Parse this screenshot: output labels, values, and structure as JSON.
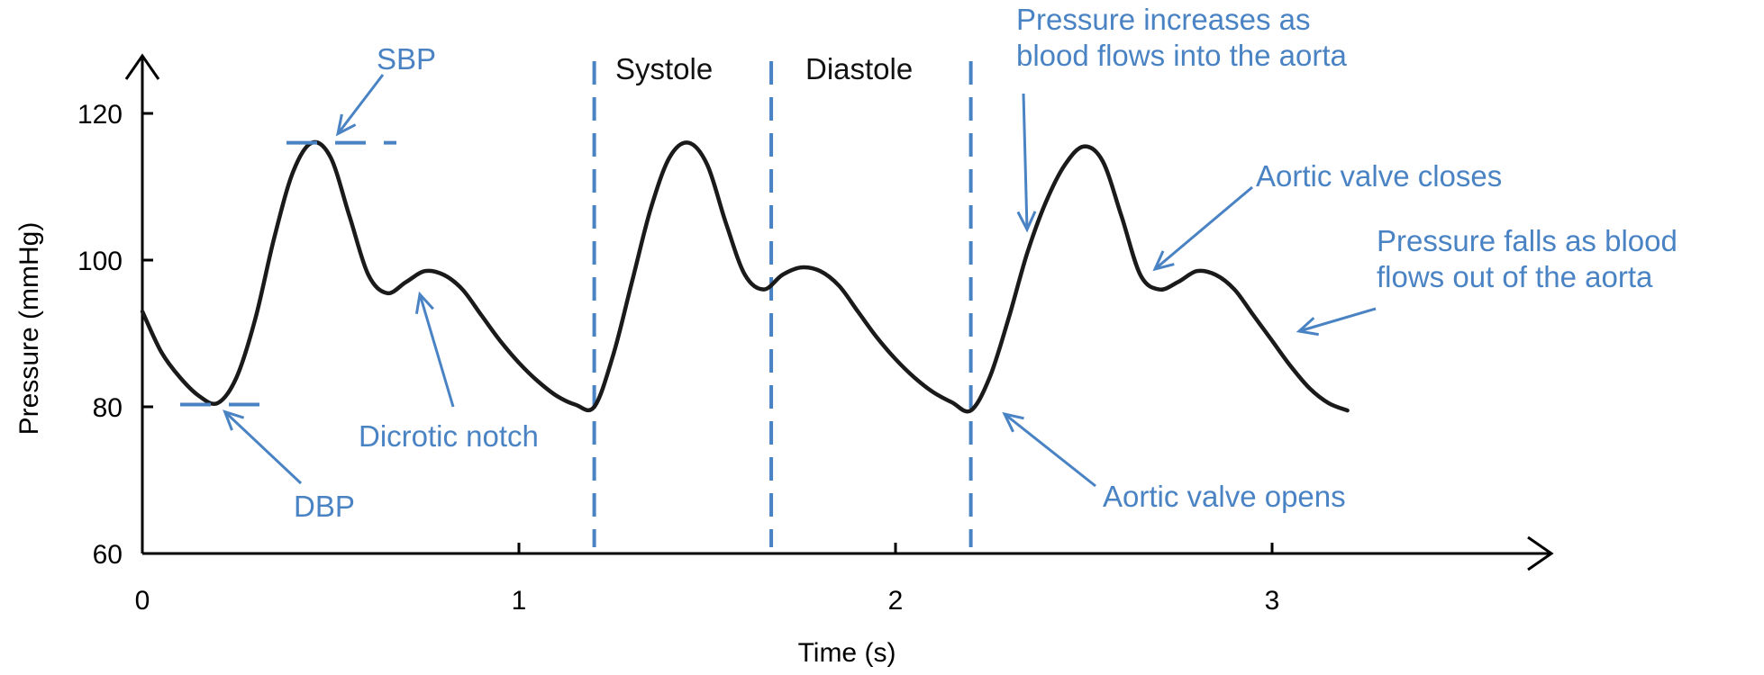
{
  "chart_data": {
    "type": "line",
    "xlabel": "Time (s)",
    "ylabel": "Pressure (mmHg)",
    "xlim": [
      0,
      3.7
    ],
    "ylim": [
      60,
      127
    ],
    "xticks": [
      0,
      1,
      2,
      3
    ],
    "xtick_labels": [
      "0",
      "1",
      "2",
      "3"
    ],
    "yticks": [
      60,
      80,
      100,
      120
    ],
    "ytick_labels": [
      "60",
      "80",
      "100",
      "120"
    ],
    "grid": false,
    "series": [
      {
        "x": [
          0,
          0.05,
          0.1,
          0.15,
          0.2,
          0.25,
          0.3,
          0.35,
          0.4,
          0.45,
          0.5,
          0.55,
          0.6,
          0.65,
          0.7,
          0.75,
          0.8,
          0.85,
          0.9,
          0.95,
          1.0,
          1.05,
          1.1,
          1.15,
          1.2,
          1.25,
          1.3,
          1.35,
          1.4,
          1.45,
          1.5,
          1.55,
          1.6,
          1.65,
          1.7,
          1.75,
          1.8,
          1.85,
          1.9,
          1.95,
          2.0,
          2.05,
          2.1,
          2.15,
          2.2,
          2.25,
          2.3,
          2.35,
          2.4,
          2.45,
          2.5,
          2.55,
          2.6,
          2.65,
          2.7,
          2.75,
          2.8,
          2.85,
          2.9,
          2.95,
          3.0,
          3.05,
          3.1,
          3.15,
          3.2
        ],
        "y": [
          93,
          87.5,
          84,
          81.5,
          80.5,
          84,
          92,
          103,
          112,
          116,
          114,
          106,
          98,
          95.5,
          97,
          98.5,
          98,
          96,
          92.5,
          89,
          86,
          83.5,
          81.5,
          80.3,
          80,
          87,
          97,
          107,
          114,
          116,
          113,
          105,
          98,
          96,
          98,
          99,
          98.5,
          96.5,
          93,
          89.5,
          86.5,
          84,
          82,
          80.6,
          79.5,
          84,
          92,
          101,
          108,
          113,
          115.5,
          113.5,
          106,
          98,
          96,
          97,
          98.5,
          98,
          96,
          92.5,
          89,
          85.5,
          82.5,
          80.5,
          79.5
        ]
      }
    ],
    "phase_labels": [
      "Systole",
      "Diastole"
    ],
    "dividers_x": [
      1.2,
      1.67,
      2.2
    ],
    "markers": {
      "sbp": {
        "label": "SBP",
        "x": 0.5,
        "y": 116
      },
      "dbp": {
        "label": "DBP",
        "x": 0.2,
        "y": 80.3
      }
    },
    "annotations": [
      {
        "id": "dicrotic",
        "lines": [
          "Dicrotic notch"
        ],
        "target": [
          0.73,
          96.5
        ]
      },
      {
        "id": "increases",
        "lines": [
          "Pressure increases as",
          "blood flows into the aorta"
        ],
        "target": [
          2.35,
          103
        ]
      },
      {
        "id": "closes",
        "lines": [
          "Aortic valve closes"
        ],
        "target": [
          2.67,
          98
        ]
      },
      {
        "id": "falls",
        "lines": [
          "Pressure falls as blood",
          "flows out of the aorta"
        ],
        "target": [
          3.05,
          90
        ]
      },
      {
        "id": "opens",
        "lines": [
          "Aortic valve opens"
        ],
        "target": [
          2.27,
          79.8
        ]
      }
    ],
    "colors": {
      "curve": "#1a1a1a",
      "accent": "#4a83c4",
      "axis": "#000000"
    }
  }
}
